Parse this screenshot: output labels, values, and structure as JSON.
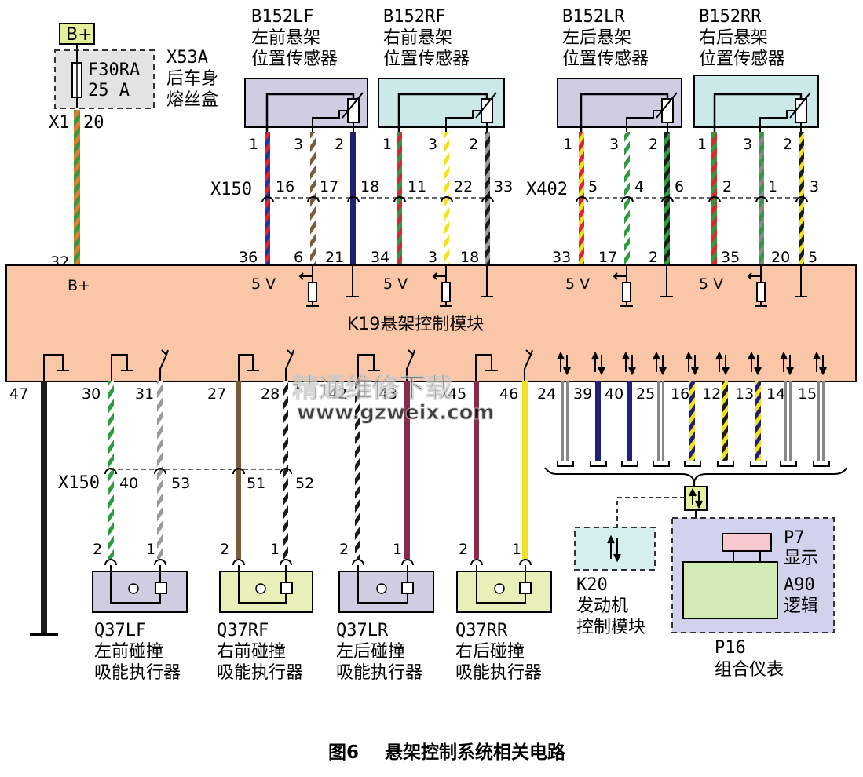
{
  "caption": {
    "fig": "图6",
    "title": "悬架控制系统相关电路"
  },
  "watermark": {
    "cn": "精通维修下载",
    "url": "www.gzweix.com"
  },
  "supply": {
    "label": "B+"
  },
  "fusebox": {
    "fuse": "F30RA",
    "rating": "25 A",
    "id": "X53A",
    "name1": "后车身",
    "name2": "熔丝盒",
    "conn": "X1",
    "pin": "20"
  },
  "module": {
    "name": "K19悬架控制模块",
    "bplus": "B+",
    "bplus_pin": "32",
    "v5": "5 V",
    "ground_pin": "47"
  },
  "connectors": {
    "x150": "X150",
    "x402": "X402"
  },
  "sensors": [
    {
      "id": "B152LF",
      "l1": "左前悬架",
      "l2": "位置传感器",
      "p1": "1",
      "p3": "3",
      "p2": "2",
      "c1": "16",
      "c2": "17",
      "c3": "18",
      "m1": "36",
      "m2": "6",
      "m3": "21"
    },
    {
      "id": "B152RF",
      "l1": "右前悬架",
      "l2": "位置传感器",
      "p1": "1",
      "p3": "3",
      "p2": "2",
      "c1": "11",
      "c2": "22",
      "c3": "33",
      "m1": "34",
      "m2": "3",
      "m3": "18"
    },
    {
      "id": "B152LR",
      "l1": "左后悬架",
      "l2": "位置传感器",
      "p1": "1",
      "p3": "3",
      "p2": "2",
      "c1": "5",
      "c2": "4",
      "c3": "6",
      "m1": "33",
      "m2": "17",
      "m3": "2"
    },
    {
      "id": "B152RR",
      "l1": "右后悬架",
      "l2": "位置传感器",
      "p1": "1",
      "p3": "3",
      "p2": "2",
      "c1": "2",
      "c2": "1",
      "c3": "3",
      "m1": "35",
      "m2": "20",
      "m3": "5"
    }
  ],
  "actuators": [
    {
      "id": "Q37LF",
      "l1": "左前碰撞",
      "l2": "吸能执行器",
      "m1": "30",
      "m2": "31",
      "c1": "40",
      "c2": "53",
      "p1": "2",
      "p2": "1"
    },
    {
      "id": "Q37RF",
      "l1": "右前碰撞",
      "l2": "吸能执行器",
      "m1": "27",
      "m2": "28",
      "c1": "51",
      "c2": "52",
      "p1": "2",
      "p2": "1"
    },
    {
      "id": "Q37LR",
      "l1": "左后碰撞",
      "l2": "吸能执行器",
      "m1": "42",
      "m2": "43",
      "c1": "",
      "c2": "",
      "p1": "2",
      "p2": "1"
    },
    {
      "id": "Q37RR",
      "l1": "右后碰撞",
      "l2": "吸能执行器",
      "m1": "45",
      "m2": "46",
      "c1": "",
      "c2": "",
      "p1": "2",
      "p2": "1"
    }
  ],
  "bus_pins": [
    "24",
    "39",
    "40",
    "25",
    "16",
    "12",
    "13",
    "14",
    "15"
  ],
  "k20": {
    "id": "K20",
    "l1": "发动机",
    "l2": "控制模块"
  },
  "p16": {
    "id": "P16",
    "name": "组合仪表",
    "p7": "P7",
    "p7_name": "显示",
    "a90": "A90",
    "a90_name": "逻辑"
  },
  "colors": {
    "module_fill": "#f9c7a8",
    "sensor_fill": "#cfcde2",
    "sensor_fill_rf": "#cce9ea",
    "actuator_fill": "#cfcde2",
    "actuator_fill_alt": "#e9efb8",
    "k20_fill": "#d5eef0",
    "p16_fill": "#d1d3ec",
    "a90_fill": "#d3ebb4",
    "p7_fill": "#f6c9d0",
    "bplus_fill": "#e4f09a",
    "fuse_fill": "#e3e3e3"
  }
}
